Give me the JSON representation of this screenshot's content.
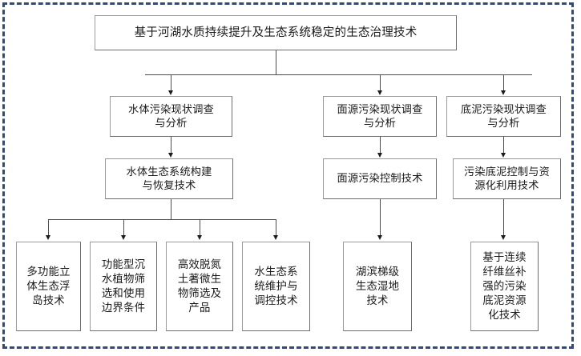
{
  "diagram": {
    "title_text": "基于河湖水质持续提升及生态系统稳定的生态治理技术",
    "frame_color": "#2d4b7c",
    "box_border_color": "#9a9a9a",
    "connector_color": "#4d4d4d",
    "root": {
      "label": "基于河湖水质持续提升及生态系统稳定的生态治理技术"
    },
    "level2": [
      {
        "label": "水体污染现状调查\n与分析"
      },
      {
        "label": "面源污染现状调查\n与分析"
      },
      {
        "label": "底泥污染现状调查\n与分析"
      }
    ],
    "level3": [
      {
        "label": "水体生态系统构建\n与恢复技术"
      },
      {
        "label": "面源污染控制技术"
      },
      {
        "label": "污染底泥控制与资\n源化利用技术"
      }
    ],
    "leaves": [
      {
        "label": "多功能立\n体生态浮\n岛技术"
      },
      {
        "label": "功能型沉\n水植物筛\n选和使用\n边界条件"
      },
      {
        "label": "高效脱氮\n土著微生\n物筛选及\n产品"
      },
      {
        "label": "水生态系\n统维护与\n调控技术"
      },
      {
        "label": "湖滨梯级\n生态湿地\n技术"
      },
      {
        "label": "基于连续\n纤维丝补\n强的污染\n底泥资源\n化技术"
      }
    ]
  }
}
